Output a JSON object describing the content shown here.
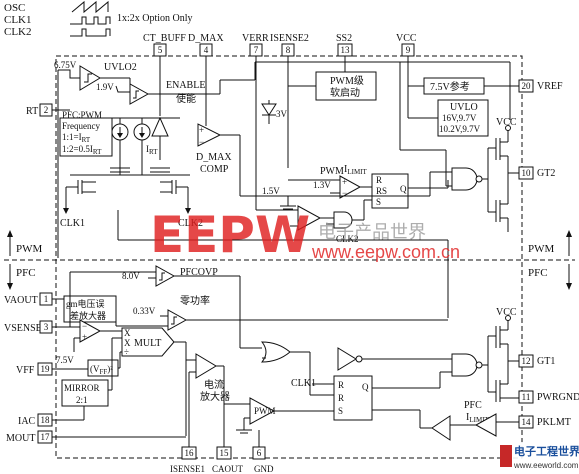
{
  "timing": {
    "osc": "OSC",
    "clk1": "CLK1",
    "clk2": "CLK2",
    "option_note": "1x:2x Option Only"
  },
  "pins": [
    {
      "num": "1",
      "name": "VAOUT"
    },
    {
      "num": "2",
      "name": "RT"
    },
    {
      "num": "3",
      "name": "VSENSE"
    },
    {
      "num": "4",
      "name": "D_MAX"
    },
    {
      "num": "5",
      "name": "CT_BUFF"
    },
    {
      "num": "6",
      "name": "GND"
    },
    {
      "num": "7",
      "name": "VERR"
    },
    {
      "num": "8",
      "name": "ISENSE2"
    },
    {
      "num": "9",
      "name": "VCC"
    },
    {
      "num": "10",
      "name": "GT2"
    },
    {
      "num": "11",
      "name": "PWRGND"
    },
    {
      "num": "12",
      "name": "GT1"
    },
    {
      "num": "13",
      "name": "SS2"
    },
    {
      "num": "14",
      "name": "PKLMT"
    },
    {
      "num": "15",
      "name": "CAOUT"
    },
    {
      "num": "16",
      "name": "ISENSE1"
    },
    {
      "num": "17",
      "name": "MOUT"
    },
    {
      "num": "18",
      "name": "IAC"
    },
    {
      "num": "19",
      "name": "VFF"
    },
    {
      "num": "20",
      "name": "VREF"
    }
  ],
  "labels": {
    "uvlo2": "UVLO2",
    "v675": "6.75V",
    "v19": "1.9V",
    "enable": "ENABLE",
    "enable_cn": "使能",
    "pfc_pwm_freq": "PFC:PWM",
    "frequency": "Frequency",
    "ratio1": "1:1=I",
    "ratio1_sub": "RT",
    "ratio2": "1:2=0.5I",
    "ratio2_sub": "RT",
    "irt": "I",
    "irt_sub": "RT",
    "dmax_comp_1": "D_MAX",
    "dmax_comp_2": "COMP",
    "pwm_ss_1": "PWM级",
    "pwm_ss_2": "软启动",
    "v3": "3V",
    "ref_75": "7.5V参考",
    "uvlo": "UVLO",
    "uvlo_v1": "16V,9.7V",
    "uvlo_v2": "10.2V,9.7V",
    "vcc_top": "VCC",
    "vcc_mid": "VCC",
    "pwm": "PWM",
    "ilimit": "I",
    "ilimit_sub": "LIMIT",
    "v13": "1.3V",
    "v15": "1.5V",
    "clk1_a": "CLK1",
    "clk2_a": "CLK2",
    "clk2_b": "CLK2",
    "rs_r": "R",
    "rs_rs": "RS",
    "rs_s": "S",
    "rs_q": "Q",
    "pwm_div": "PWM",
    "pfc_div": "PFC",
    "v80": "8.0V",
    "pfcovp": "PFCOVP",
    "gm_1": "gm电压误",
    "gm_2": "差放大器",
    "v033": "0.33V",
    "zero_power": "零功率",
    "mult": "MULT",
    "mx": "X",
    "mx2": "X",
    "mdiv": "÷",
    "v75": "7.5V",
    "vff_box": "(V",
    "vff_box_sub": "FF",
    "vff_box_sup": ")²",
    "mirror": "MIRROR",
    "mirror_ratio": "2:1",
    "ca_1": "电流",
    "ca_2": "放大器",
    "clk1_b": "CLK1",
    "rs2_r1": "R",
    "rs2_r2": "R",
    "rs2_s": "S",
    "rs2_q": "Q",
    "pwm_cmp": "PWM",
    "pfc_lim": "PFC",
    "ilimit2": "I",
    "ilimit2_sub": "LIMIT"
  },
  "watermark": {
    "logo": "EEPW",
    "cn_text": "电子产品世界",
    "url": "www.eepw.com.cn",
    "corner_cn": "电子工程世界",
    "corner_url": "www.eeworld.com.cn"
  }
}
